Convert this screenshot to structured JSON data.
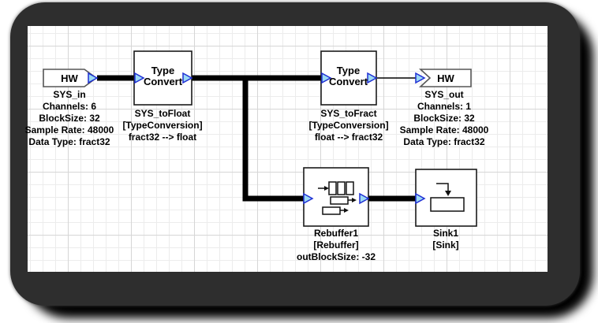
{
  "colors": {
    "frame": "#2e2e2e",
    "canvas_bg": "#ffffff",
    "grid_minor": "#ececec",
    "grid_major": "#d6d6d6",
    "wire": "#000000",
    "port_fill": "#9bd9f4",
    "port_stroke": "#1f2fd4",
    "block_border": "#1a1a1a",
    "hw_border": "#565656"
  },
  "icons": {
    "rebuffer_icon": "buffer-queue-icon",
    "sink_icon": "signal-into-box-icon",
    "port_icon": "right-triangle-port-icon"
  },
  "blocks": {
    "sys_in": {
      "title": "HW",
      "name": "SYS_in",
      "props": [
        "Channels: 6",
        "BlockSize: 32",
        "Sample Rate: 48000",
        "Data Type: fract32"
      ]
    },
    "sys_to_float": {
      "title": "Type Convert",
      "name": "SYS_toFloat",
      "props": [
        "[TypeConversion]",
        "fract32 --> float"
      ]
    },
    "sys_to_fract": {
      "title": "Type Convert",
      "name": "SYS_toFract",
      "props": [
        "[TypeConversion]",
        "float --> fract32"
      ]
    },
    "sys_out": {
      "title": "HW",
      "name": "SYS_out",
      "props": [
        "Channels: 1",
        "BlockSize: 32",
        "Sample Rate: 48000",
        "Data Type: fract32"
      ]
    },
    "rebuffer1": {
      "name": "Rebuffer1",
      "props": [
        "[Rebuffer]",
        "outBlockSize: -32"
      ]
    },
    "sink1": {
      "name": "Sink1",
      "props": [
        "[Sink]"
      ]
    }
  }
}
